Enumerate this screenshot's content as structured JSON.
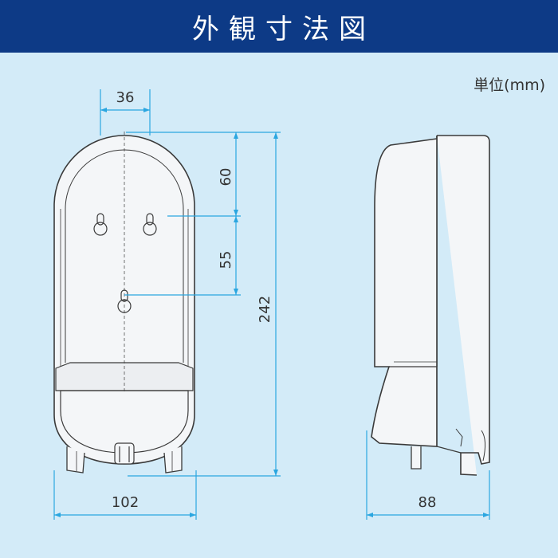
{
  "header": {
    "title": "外観寸法図"
  },
  "unit": "単位(mm)",
  "dimensions": {
    "top_width": "36",
    "upper_height": "60",
    "lower_height": "55",
    "total_height": "242",
    "bottom_width": "102",
    "depth": "88"
  },
  "colors": {
    "header_bg": "#0d3a86",
    "background": "#d3ebf8",
    "dimension_line": "#2aa6e0",
    "outline": "#3a3a3a"
  }
}
